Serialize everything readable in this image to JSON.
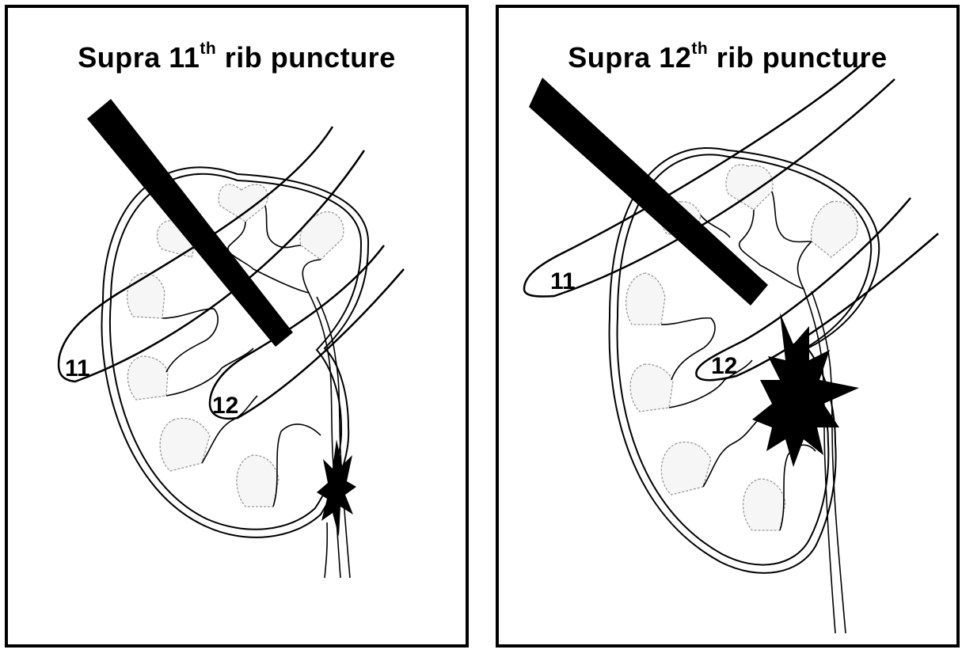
{
  "panels": [
    {
      "title_pre": "Supra 11",
      "title_sup": "th",
      "title_post": " rib puncture",
      "rib_labels": [
        "11",
        "12"
      ]
    },
    {
      "title_pre": "Supra 12",
      "title_sup": "th",
      "title_post": " rib puncture",
      "rib_labels": [
        "11",
        "12"
      ]
    }
  ],
  "colors": {
    "line": "#000000",
    "papilla": "#9a9a9a",
    "background": "#ffffff"
  }
}
